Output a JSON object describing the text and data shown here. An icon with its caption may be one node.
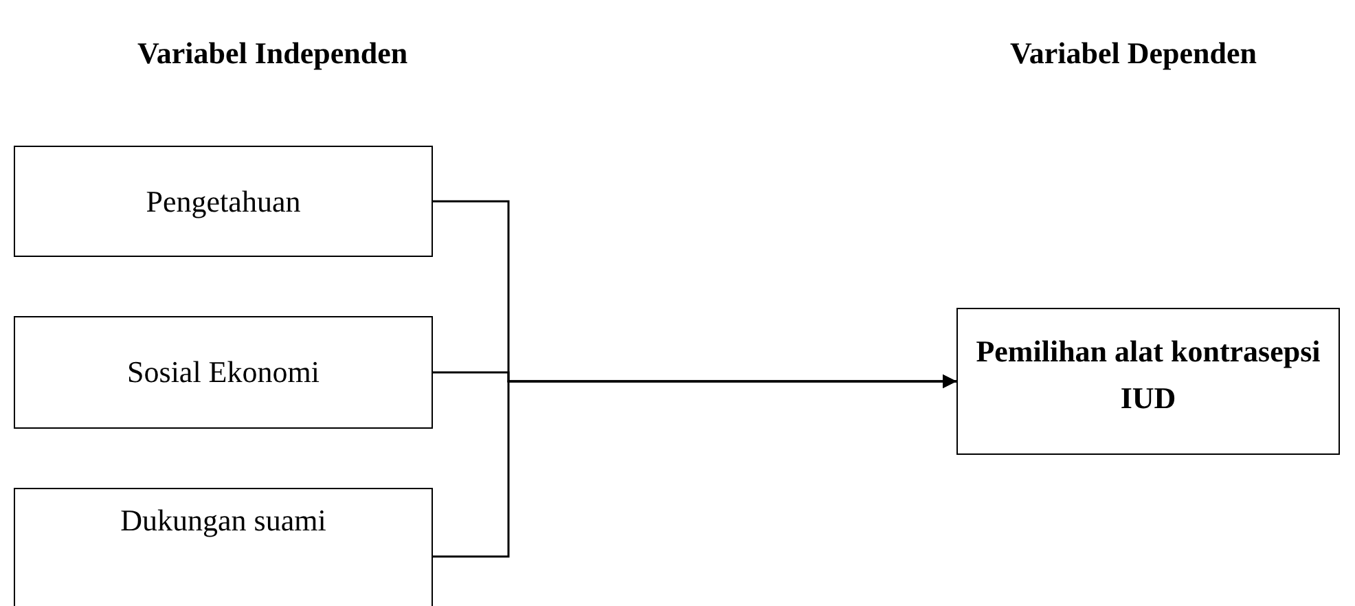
{
  "diagram": {
    "nodes": [
      {
        "text": [
          "Pengetahuan"
        ]
      },
      {
        "text": [
          "Sosial Ekonomi"
        ]
      },
      {
        "text": [
          "Dukungan suami"
        ]
      },
      {
        "text": [
          "Pemilihan alat kontrasepsi IUD"
        ]
      }
    ],
    "edges": [
      {
        "from": 0,
        "to": 3,
        "arrow": "to"
      },
      {
        "from": 1,
        "to": 3,
        "arrow": "to"
      },
      {
        "from": 2,
        "to": 3,
        "arrow": "to"
      }
    ],
    "labels": [
      "Variabel Independen",
      "Variabel Dependen"
    ]
  }
}
